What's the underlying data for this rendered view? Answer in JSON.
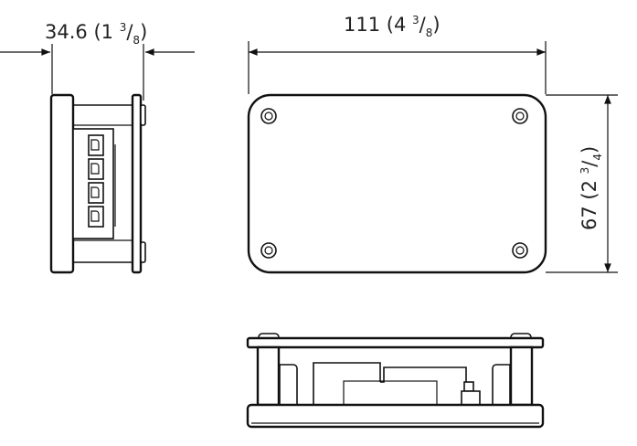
{
  "dimensions": {
    "depth": {
      "mm": "34.6",
      "whole": "1",
      "num": "3",
      "den": "8"
    },
    "width": {
      "mm": "111",
      "whole": "4",
      "num": "3",
      "den": "8"
    },
    "height": {
      "mm": "67",
      "whole": "2",
      "num": "3",
      "den": "4"
    }
  },
  "connector_count": 4,
  "mounting_holes": 4
}
